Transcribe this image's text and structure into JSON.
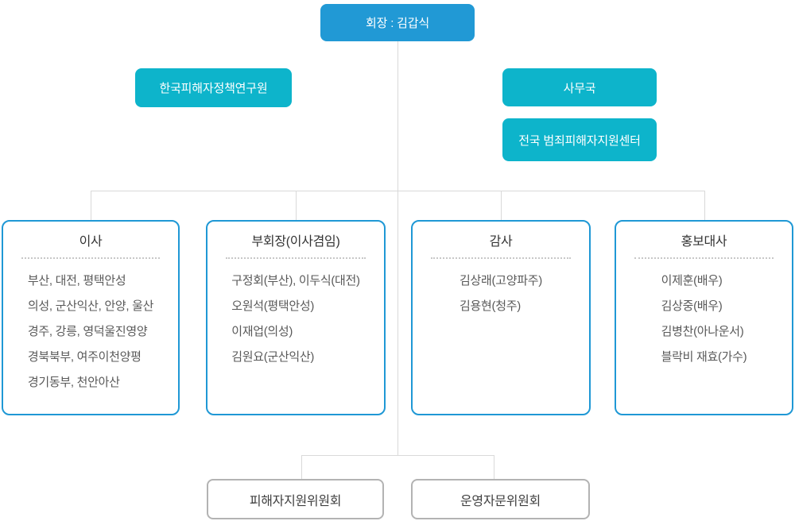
{
  "colors": {
    "primary_blue": "#2199d5",
    "cyan": "#0db4cb",
    "outline_blue": "#1f98d5",
    "connector_gray": "#d9d9d9",
    "committee_border_gray": "#b3b3b3",
    "title_text": "#333333",
    "body_text": "#595959"
  },
  "chart": {
    "chairman": {
      "label": "회장 : 김갑식"
    },
    "research_institute": {
      "label": "한국피해자정책연구원"
    },
    "secretariat": {
      "label": "사무국"
    },
    "support_center": {
      "label": "전국 범죄피해자지원센터"
    },
    "columns": [
      {
        "title": "이사",
        "members": [
          "부산, 대전, 평택안성",
          "의성, 군산익산, 안양, 울산",
          "경주, 강릉, 영덕울진영양",
          "경북북부, 여주이천양평",
          "경기동부, 천안아산"
        ]
      },
      {
        "title": "부회장(이사겸임)",
        "members": [
          "구정회(부산), 이두식(대전)",
          "오원석(평택안성)",
          "이재업(의성)",
          "김원요(군산익산)"
        ]
      },
      {
        "title": "감사",
        "members": [
          "김상래(고양파주)",
          "김용현(청주)"
        ]
      },
      {
        "title": "홍보대사",
        "members": [
          "이제훈(배우)",
          "김상중(배우)",
          "김병찬(아나운서)",
          "블락비 재효(가수)"
        ]
      }
    ],
    "committees": [
      {
        "label": "피해자지원위원회"
      },
      {
        "label": "운영자문위원회"
      }
    ]
  }
}
